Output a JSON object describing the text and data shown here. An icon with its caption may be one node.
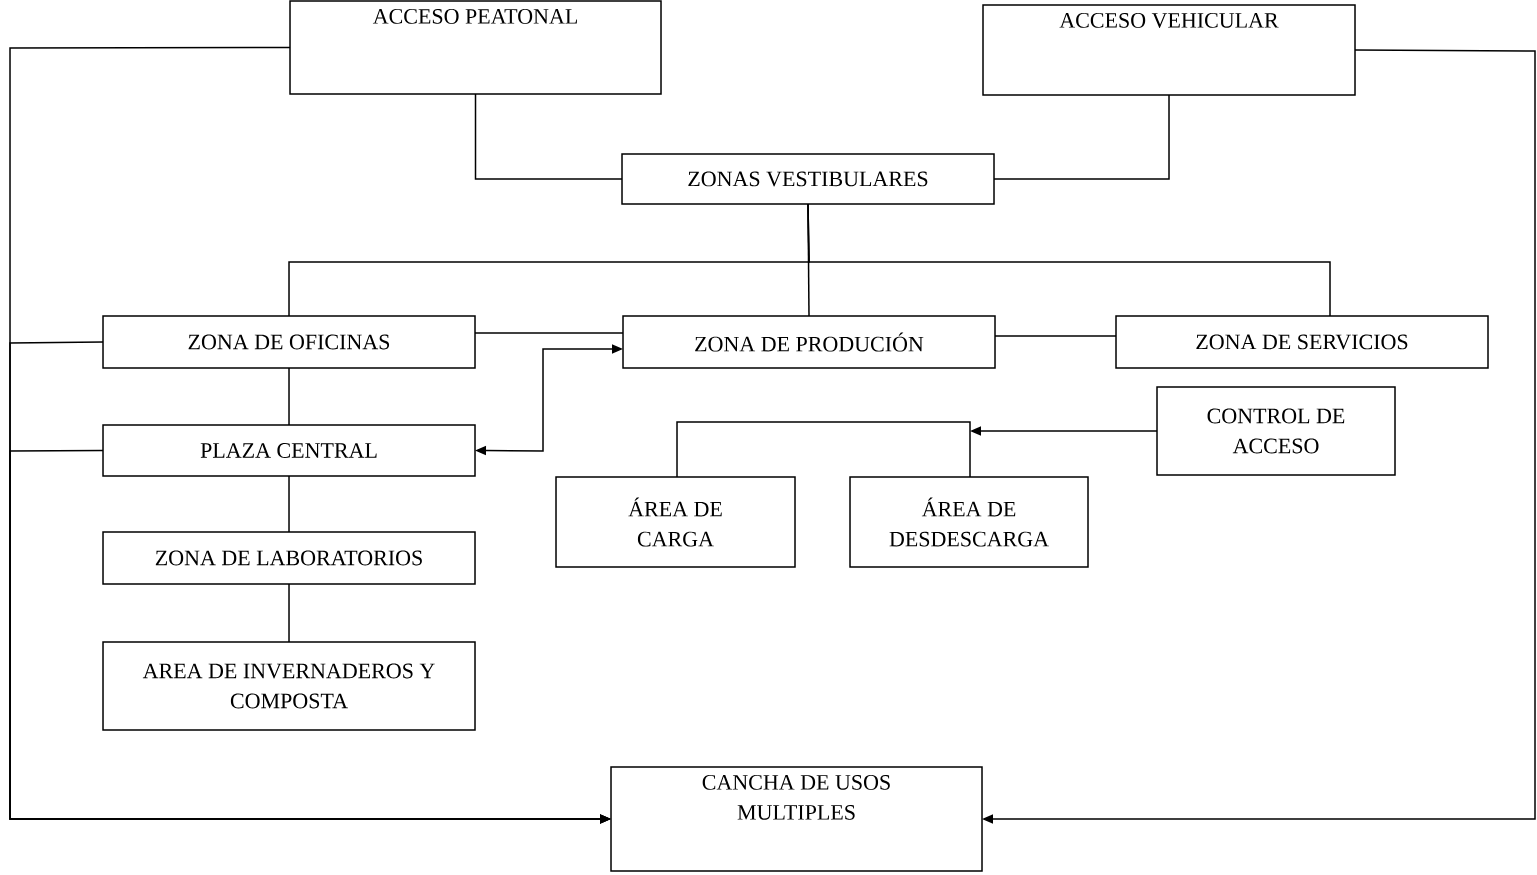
{
  "diagram": {
    "nodes": [
      {
        "text": [
          "ACCESO PEATONAL"
        ]
      },
      {
        "text": [
          "ACCESO VEHICULAR"
        ]
      },
      {
        "text": [
          "ZONAS VESTIBULARES"
        ]
      },
      {
        "text": [
          "ZONA DE OFICINAS"
        ]
      },
      {
        "text": [
          "ZONA DE PRODUCIÓN"
        ]
      },
      {
        "text": [
          "ZONA DE SERVICIOS"
        ]
      },
      {
        "text": [
          "CONTROL DE ACCESO"
        ]
      },
      {
        "text": [
          "PLAZA CENTRAL"
        ]
      },
      {
        "text": [
          "ÁREA DE CARGA"
        ]
      },
      {
        "text": [
          "ÁREA DE DESDESCARGA"
        ]
      },
      {
        "text": [
          "ZONA DE LABORATORIOS"
        ]
      },
      {
        "text": [
          "AREA DE INVERNADEROS Y COMPOSTA"
        ]
      },
      {
        "text": [
          "CANCHA DE USOS MULTIPLES"
        ]
      },
      {
        "text": [],
        "shape": "bar"
      }
    ],
    "edges": [
      {
        "from": 0,
        "to": 2,
        "arrow": "none"
      },
      {
        "from": 1,
        "to": 2,
        "arrow": "none"
      },
      {
        "from": 2,
        "to": 3,
        "arrow": "none"
      },
      {
        "from": 2,
        "to": 4,
        "arrow": "none"
      },
      {
        "from": 2,
        "to": 5,
        "arrow": "none"
      },
      {
        "from": 3,
        "to": 4,
        "arrow": "none"
      },
      {
        "from": 4,
        "to": 5,
        "arrow": "none"
      },
      {
        "from": 7,
        "to": 4,
        "arrow": "both"
      },
      {
        "from": 3,
        "to": 7,
        "arrow": "none"
      },
      {
        "from": 7,
        "to": 10,
        "arrow": "none"
      },
      {
        "from": 10,
        "to": 11,
        "arrow": "none"
      },
      {
        "from": 6,
        "to": 13,
        "arrow": "to"
      },
      {
        "from": 13,
        "to": 8,
        "arrow": "none"
      },
      {
        "from": 13,
        "to": 9,
        "arrow": "none"
      },
      {
        "from": 0,
        "to": 12,
        "arrow": "to"
      },
      {
        "from": 3,
        "to": 12,
        "arrow": "to"
      },
      {
        "from": 7,
        "to": 12,
        "arrow": "to"
      },
      {
        "from": 1,
        "to": 12,
        "arrow": "to"
      }
    ]
  }
}
